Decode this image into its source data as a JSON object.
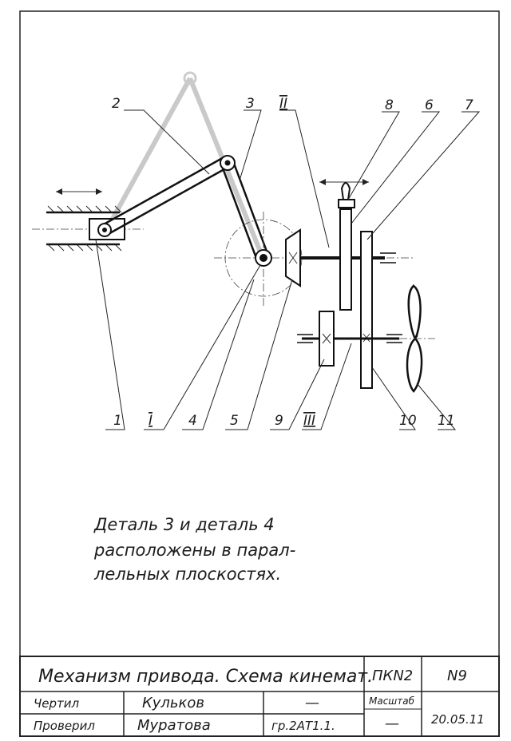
{
  "labels": {
    "p1": "1",
    "p2": "2",
    "p3": "3",
    "p4": "4",
    "p5": "5",
    "p6": "6",
    "p7": "7",
    "p8": "8",
    "p9": "9",
    "p10": "10",
    "p11": "11",
    "shaft_I": "I",
    "shaft_II": "II",
    "shaft_III": "III"
  },
  "note": {
    "line1": "Деталь 3 и деталь 4",
    "line2": "расположены в парал-",
    "line3": "лельных плоскостях."
  },
  "title_block": {
    "title": "Механизм привода. Схема кинемат.",
    "code": "ПКN2",
    "number": "N9",
    "drawn_label": "Чертил",
    "drawn_name": "Кульков",
    "drawn_dash": "—",
    "scale_label": "Масштаб",
    "checked_label": "Проверил",
    "checked_name": "Муратова",
    "group": "гр.2АТ1.1.",
    "scale_value": "—",
    "date": "20.05.11"
  }
}
